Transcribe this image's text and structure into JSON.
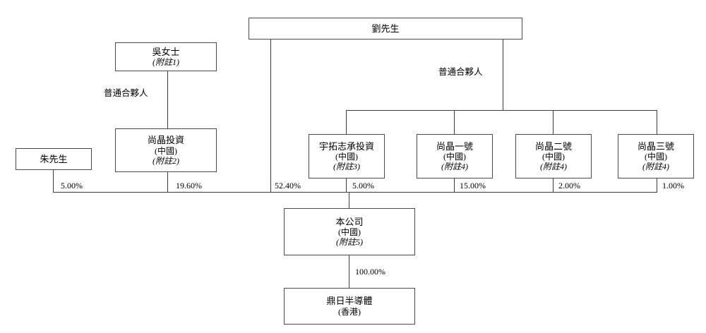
{
  "diagram": {
    "title": "shareholding-structure-chart",
    "language": "zh-Hant",
    "line_color": "#3d3d3d",
    "box_border_color": "#4a4a4a",
    "background": "#ffffff",
    "nodes": {
      "liu": {
        "name": "劉先生"
      },
      "wu": {
        "name": "吳女士",
        "note": "(附註1)"
      },
      "shangjing_inv": {
        "name": "尚晶投資",
        "location": "(中國)",
        "note": "(附註2)"
      },
      "zhu": {
        "name": "朱先生"
      },
      "yutuo": {
        "name": "宇拓志承投資",
        "location": "(中國)",
        "note": "(附註3)"
      },
      "sj1": {
        "name": "尚晶一號",
        "location": "(中國)",
        "note": "(附註4)"
      },
      "sj2": {
        "name": "尚晶二號",
        "location": "(中國)",
        "note": "(附註4)"
      },
      "sj3": {
        "name": "尚晶三號",
        "location": "(中國)",
        "note": "(附註4)"
      },
      "company": {
        "name": "本公司",
        "location": "(中國)",
        "note": "(附註5)"
      },
      "dingri": {
        "name": "鼎日半導體",
        "location": "(香港)"
      }
    },
    "relation_labels": {
      "general_partner_left": "普通合夥人",
      "general_partner_right": "普通合夥人"
    },
    "ownership": {
      "zhu_to_company": "5.00%",
      "shangjing_inv_to_company": "19.60%",
      "liu_to_company": "52.40%",
      "yutuo_to_company": "5.00%",
      "sj1_to_company": "15.00%",
      "sj2_to_company": "2.00%",
      "sj3_to_company": "1.00%",
      "company_to_dingri": "100.00%"
    }
  }
}
